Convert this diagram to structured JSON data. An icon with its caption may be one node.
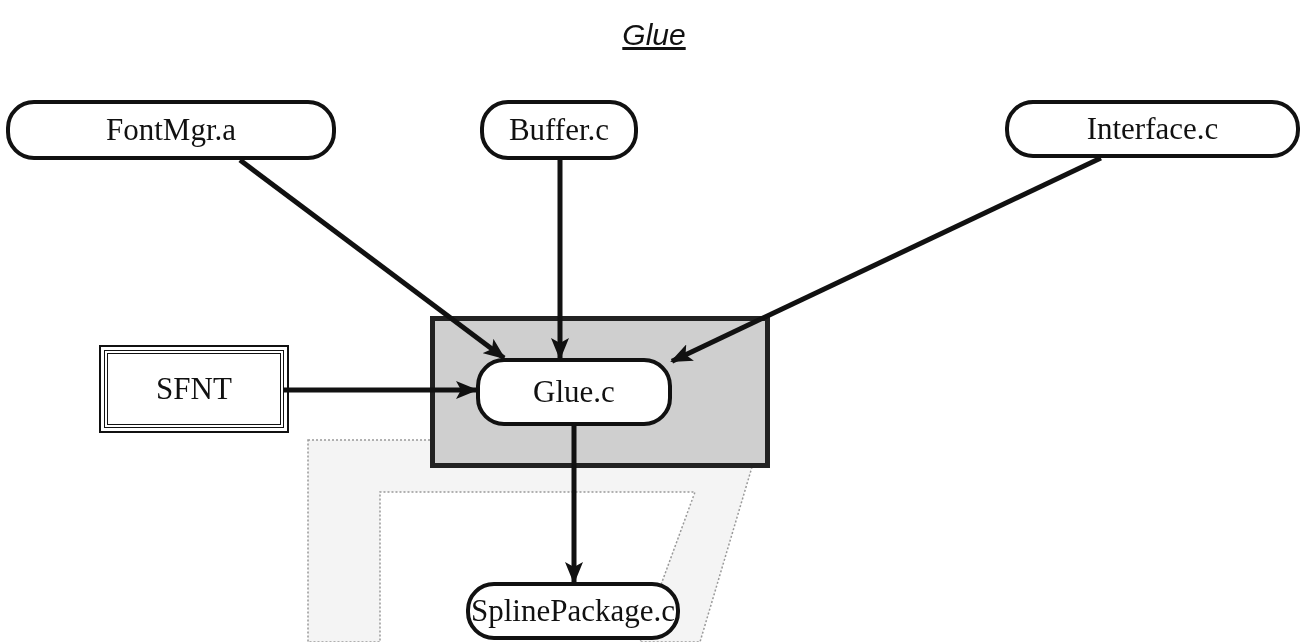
{
  "diagram": {
    "title": "Glue",
    "nodes": [
      {
        "text": [
          "FontMgr.a"
        ]
      },
      {
        "text": [
          "Buffer.c"
        ]
      },
      {
        "text": [
          "Interface.c"
        ]
      },
      {
        "text": [
          "SFNT"
        ]
      },
      {
        "text": [],
        "shape": "box"
      },
      {
        "text": [
          "Glue.c"
        ],
        "in": 4
      },
      {
        "text": [
          "SplinePackage.c"
        ]
      }
    ],
    "edges": [
      {
        "from": 0,
        "to": 5,
        "arrow": "to"
      },
      {
        "from": 1,
        "to": 5,
        "arrow": "to"
      },
      {
        "from": 2,
        "to": 5,
        "arrow": "to"
      },
      {
        "from": 3,
        "to": 5,
        "arrow": "to"
      },
      {
        "from": 5,
        "to": 6,
        "arrow": "to"
      }
    ]
  }
}
